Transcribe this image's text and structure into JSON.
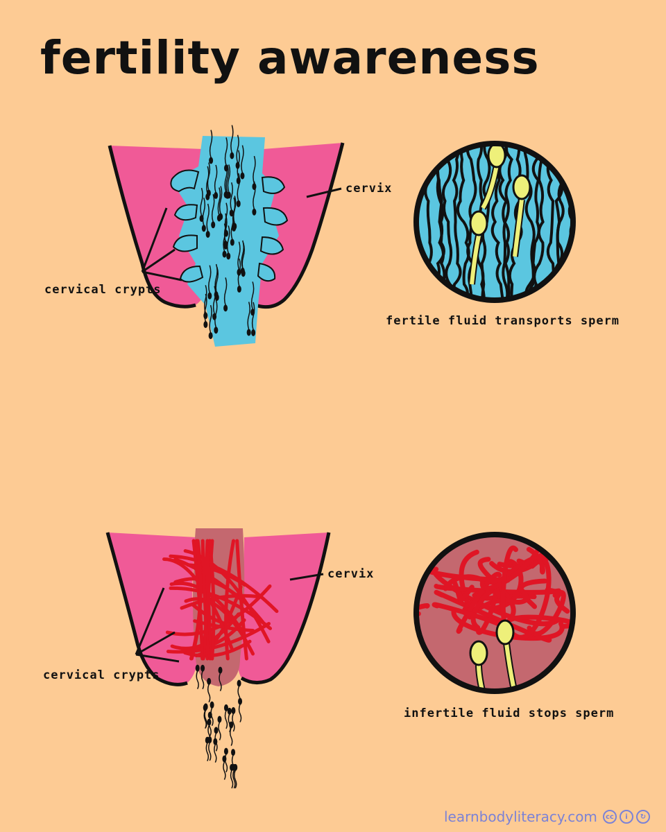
{
  "title": "fertility awareness",
  "top": {
    "cervix_label": "cervix",
    "crypts_label": "cervical crypts",
    "caption": "fertile fluid transports sperm"
  },
  "bottom": {
    "cervix_label": "cervix",
    "crypts_label": "cervical crypts",
    "caption": "infertile fluid stops sperm"
  },
  "footer": {
    "site": "learnbodyliteracy.com",
    "license_icons": [
      "cc-icon",
      "by-icon",
      "sa-icon"
    ]
  },
  "colors": {
    "background": "#fdcb94",
    "cervix": "#f05a97",
    "fertile_fluid": "#5bc6e0",
    "infertile_fluid": "#c4686f",
    "mucus_strands": "#e01525",
    "sperm_in_circle": "#eef07a",
    "footer_text": "#7b82d6"
  }
}
